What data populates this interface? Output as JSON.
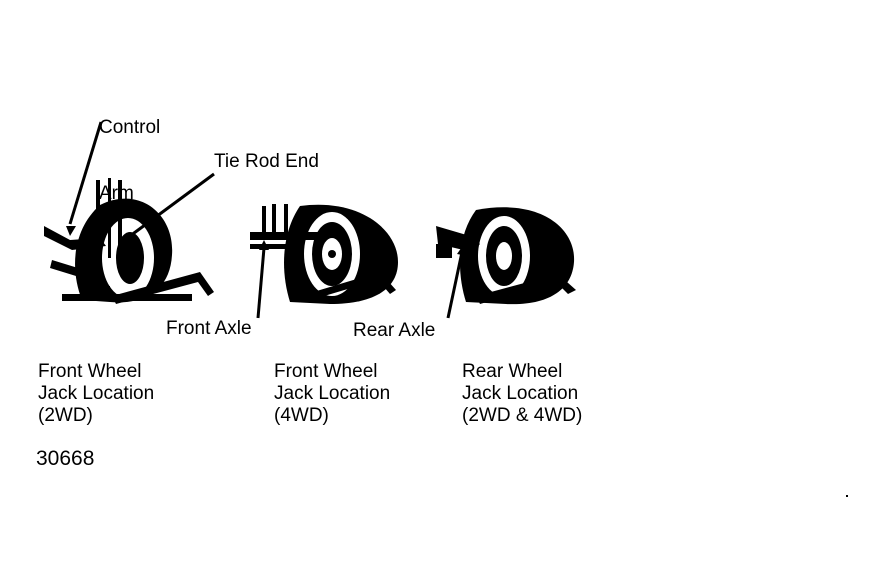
{
  "callouts": {
    "control_arm_line1": "Control",
    "control_arm_line2": "Arm",
    "tie_rod_end": "Tie Rod End",
    "front_axle": "Front Axle",
    "rear_axle": "Rear Axle"
  },
  "captions": [
    {
      "line1": "Front Wheel",
      "line2": "Jack Location",
      "line3": "(2WD)"
    },
    {
      "line1": "Front Wheel",
      "line2": "Jack Location",
      "line3": "(4WD)"
    },
    {
      "line1": "Rear Wheel",
      "line2": "Jack Location",
      "line3": "(2WD & 4WD)"
    }
  ],
  "figure_number": "30668",
  "colors": {
    "ink": "#000000",
    "paper": "#ffffff"
  }
}
